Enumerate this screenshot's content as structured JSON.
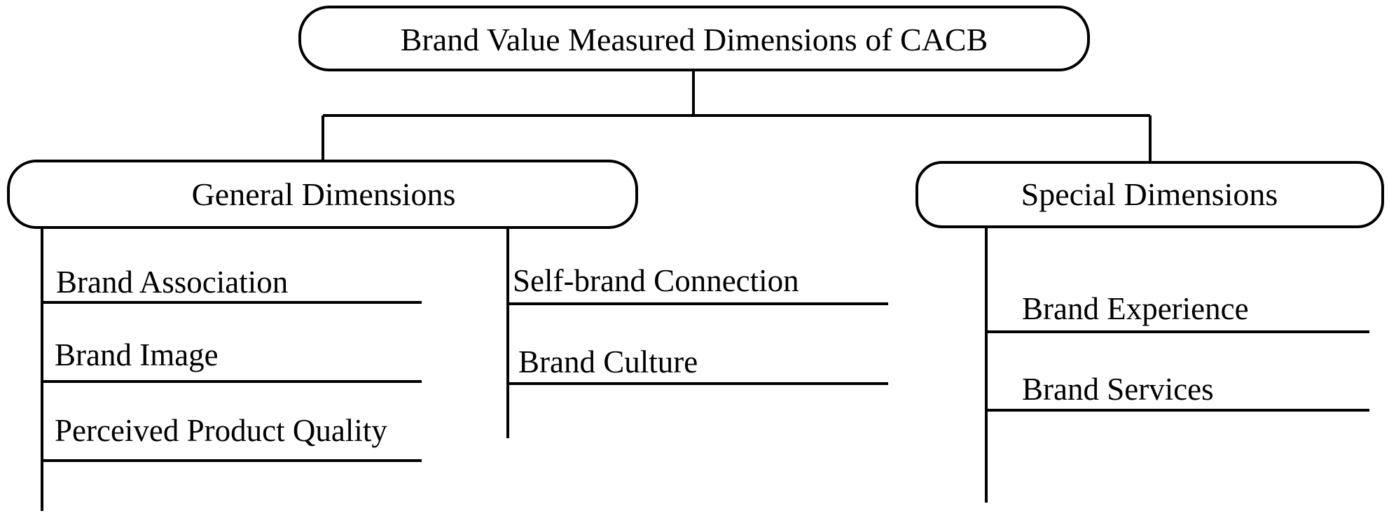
{
  "root": {
    "label": "Brand Value Measured Dimensions of CACB"
  },
  "general": {
    "label": "General Dimensions",
    "column_a": [
      "Brand Association",
      "Brand Image",
      "Perceived Product Quality"
    ],
    "column_b": [
      "Self-brand Connection",
      "Brand Culture"
    ]
  },
  "special": {
    "label": "Special Dimensions",
    "items": [
      "Brand Experience",
      "Brand Services"
    ]
  },
  "colors": {
    "stroke": "#000000",
    "background": "#ffffff"
  }
}
